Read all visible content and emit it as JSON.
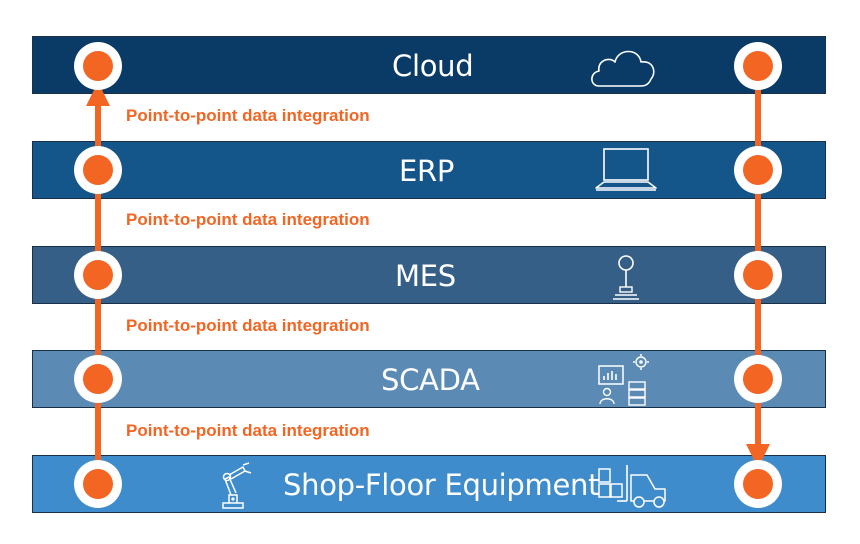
{
  "colors": {
    "accent": "#f26522",
    "layer_cloud": "#0a3a66",
    "layer_erp": "#14558a",
    "layer_mes": "#355f87",
    "layer_scada": "#5b8bb5",
    "layer_shopfloor": "#3f8ccc"
  },
  "layers": [
    {
      "label": "Cloud",
      "icon": "cloud-icon"
    },
    {
      "label": "ERP",
      "icon": "laptop-icon"
    },
    {
      "label": "MES",
      "icon": "joystick-icon"
    },
    {
      "label": "SCADA",
      "icon": "dashboard-database-icon"
    },
    {
      "label": "Shop-Floor Equipment",
      "icon_left": "robot-arm-icon",
      "icon_right": "forklift-icon"
    }
  ],
  "integrations": [
    "Point-to-point data integration",
    "Point-to-point data integration",
    "Point-to-point data integration",
    "Point-to-point data integration"
  ]
}
